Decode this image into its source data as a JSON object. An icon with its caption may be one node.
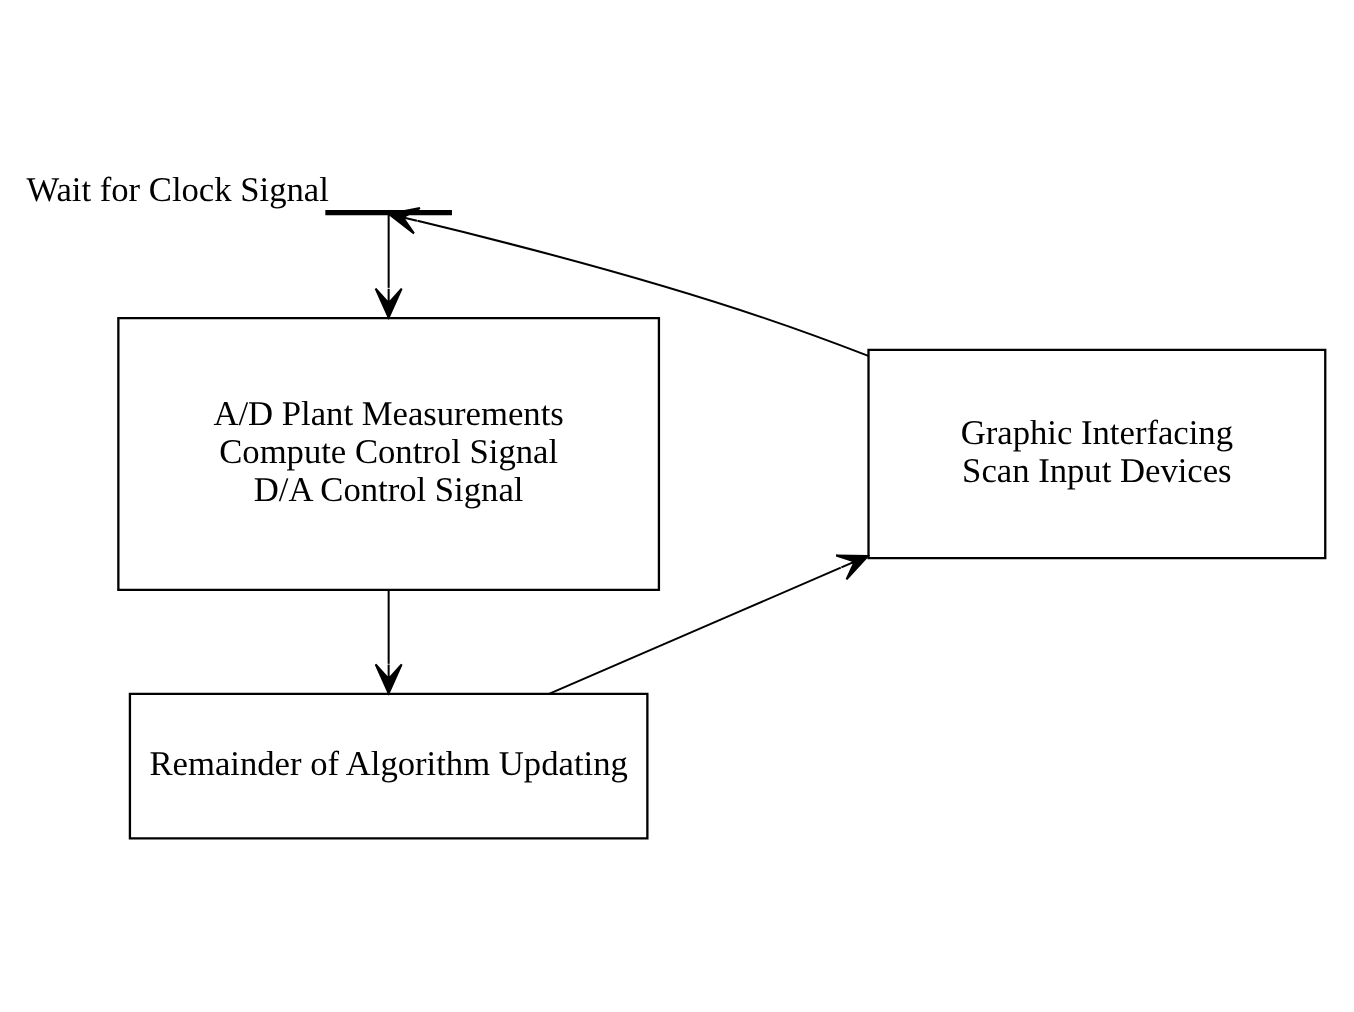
{
  "diagram": {
    "nodes": [
      {
        "text": [],
        "shape": "bar",
        "beside": [
          "Wait for Clock Signal"
        ]
      },
      {
        "text": [
          "A/D Plant Measurements",
          "Compute Control Signal",
          "D/A Control Signal"
        ]
      },
      {
        "text": [
          "Graphic Interfacing",
          "Scan Input Devices"
        ]
      },
      {
        "text": [
          "Remainder of Algorithm Updating"
        ]
      }
    ],
    "edges": [
      {
        "from": 2,
        "to": 0,
        "arrow": "to"
      },
      {
        "from": 0,
        "to": 1,
        "arrow": "to"
      },
      {
        "from": 1,
        "to": 3,
        "arrow": "to"
      },
      {
        "from": 3,
        "to": 2,
        "arrow": "to"
      }
    ]
  }
}
